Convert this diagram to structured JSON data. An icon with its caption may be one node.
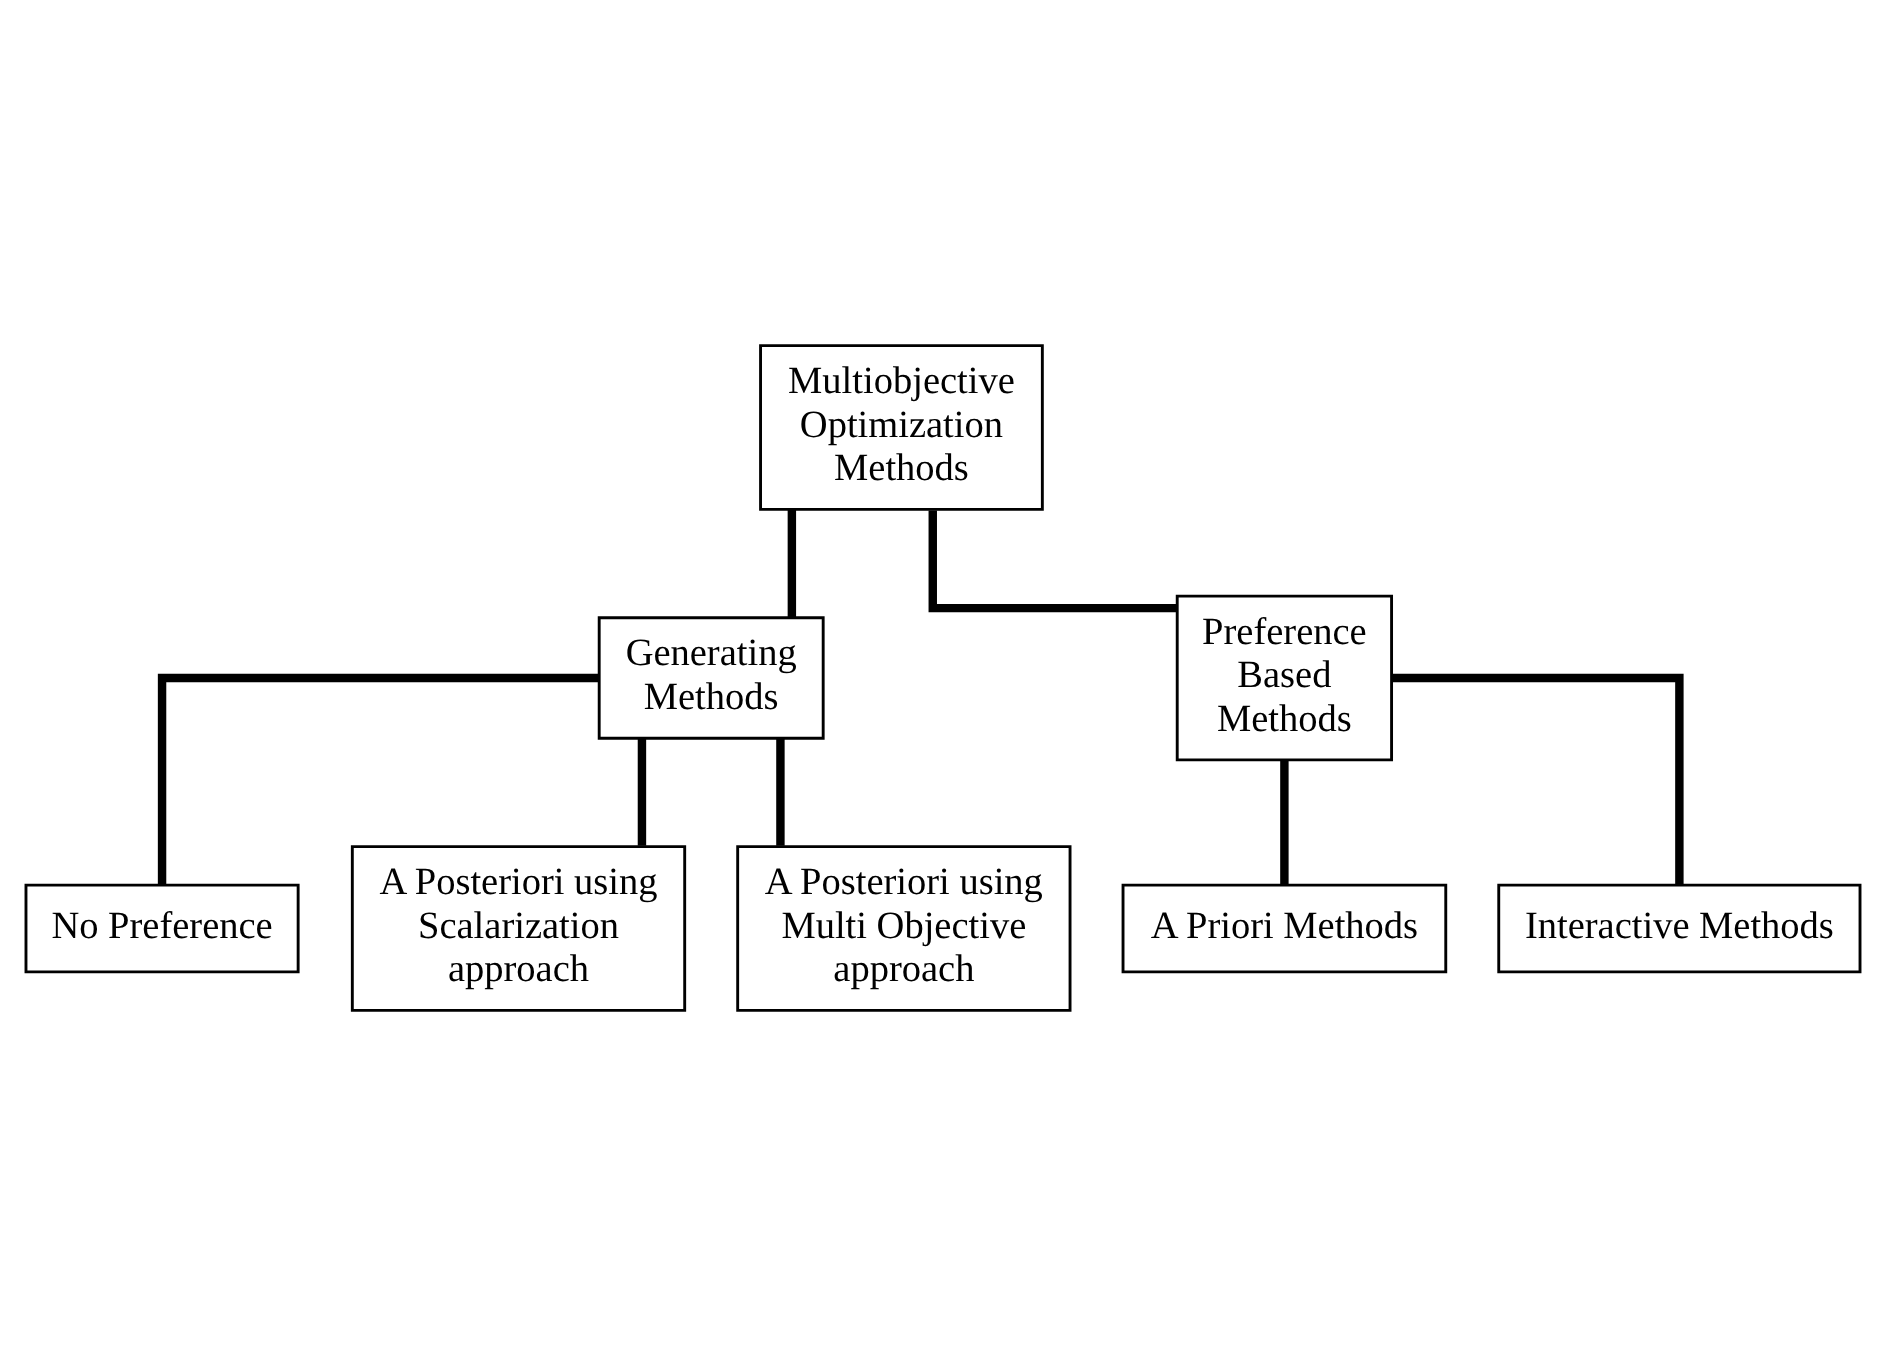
{
  "diagram": {
    "nodes": [
      {
        "text": [
          "Multiobjective Optimization Methods"
        ]
      },
      {
        "text": [
          "Generating Methods"
        ]
      },
      {
        "text": [
          "Preference Based Methods"
        ]
      },
      {
        "text": [
          "No Preference"
        ]
      },
      {
        "text": [
          "A Posteriori using Scalarization approach"
        ]
      },
      {
        "text": [
          "A Posteriori using Multi Objective approach"
        ]
      },
      {
        "text": [
          "A Priori Methods"
        ]
      },
      {
        "text": [
          "Interactive Methods"
        ]
      }
    ],
    "edges": [
      {
        "from": 0,
        "to": 1,
        "arrow": "none"
      },
      {
        "from": 0,
        "to": 2,
        "arrow": "none"
      },
      {
        "from": 1,
        "to": 3,
        "arrow": "none"
      },
      {
        "from": 1,
        "to": 4,
        "arrow": "none"
      },
      {
        "from": 1,
        "to": 5,
        "arrow": "none"
      },
      {
        "from": 2,
        "to": 6,
        "arrow": "none"
      },
      {
        "from": 2,
        "to": 7,
        "arrow": "none"
      }
    ]
  }
}
